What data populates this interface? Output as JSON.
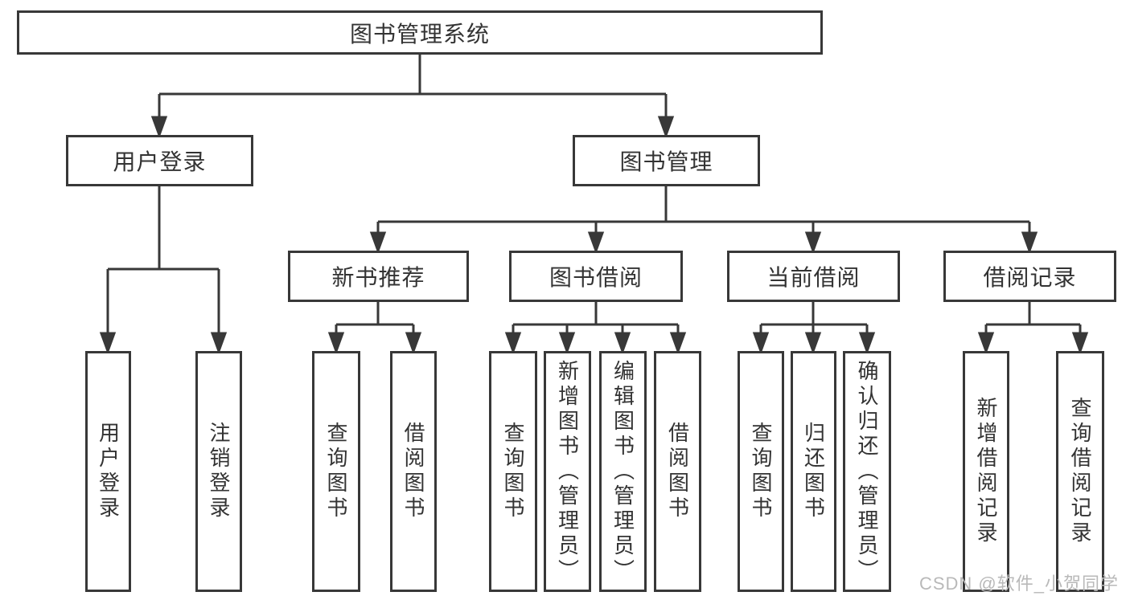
{
  "root": {
    "label": "图书管理系统"
  },
  "user_login_branch": {
    "label": "用户登录",
    "children": [
      {
        "label": "用户登录"
      },
      {
        "label": "注销登录"
      }
    ]
  },
  "book_mgmt_branch": {
    "label": "图书管理",
    "modules": [
      {
        "label": "新书推荐",
        "children": [
          {
            "label": "查询图书"
          },
          {
            "label": "借阅图书"
          }
        ]
      },
      {
        "label": "图书借阅",
        "children": [
          {
            "label": "查询图书"
          },
          {
            "label": "新增图书（管理员）"
          },
          {
            "label": "编辑图书（管理员）"
          },
          {
            "label": "借阅图书"
          }
        ]
      },
      {
        "label": "当前借阅",
        "children": [
          {
            "label": "查询图书"
          },
          {
            "label": "归还图书"
          },
          {
            "label": "确认归还（管理员）"
          }
        ]
      },
      {
        "label": "借阅记录",
        "children": [
          {
            "label": "新增借阅记录"
          },
          {
            "label": "查询借阅记录"
          }
        ]
      }
    ]
  },
  "watermark": "CSDN @软件_小贺同学",
  "colors": {
    "line": "#383838",
    "text": "#333333",
    "watermark_text": "#b9b9b9",
    "background": "#ffffff"
  }
}
